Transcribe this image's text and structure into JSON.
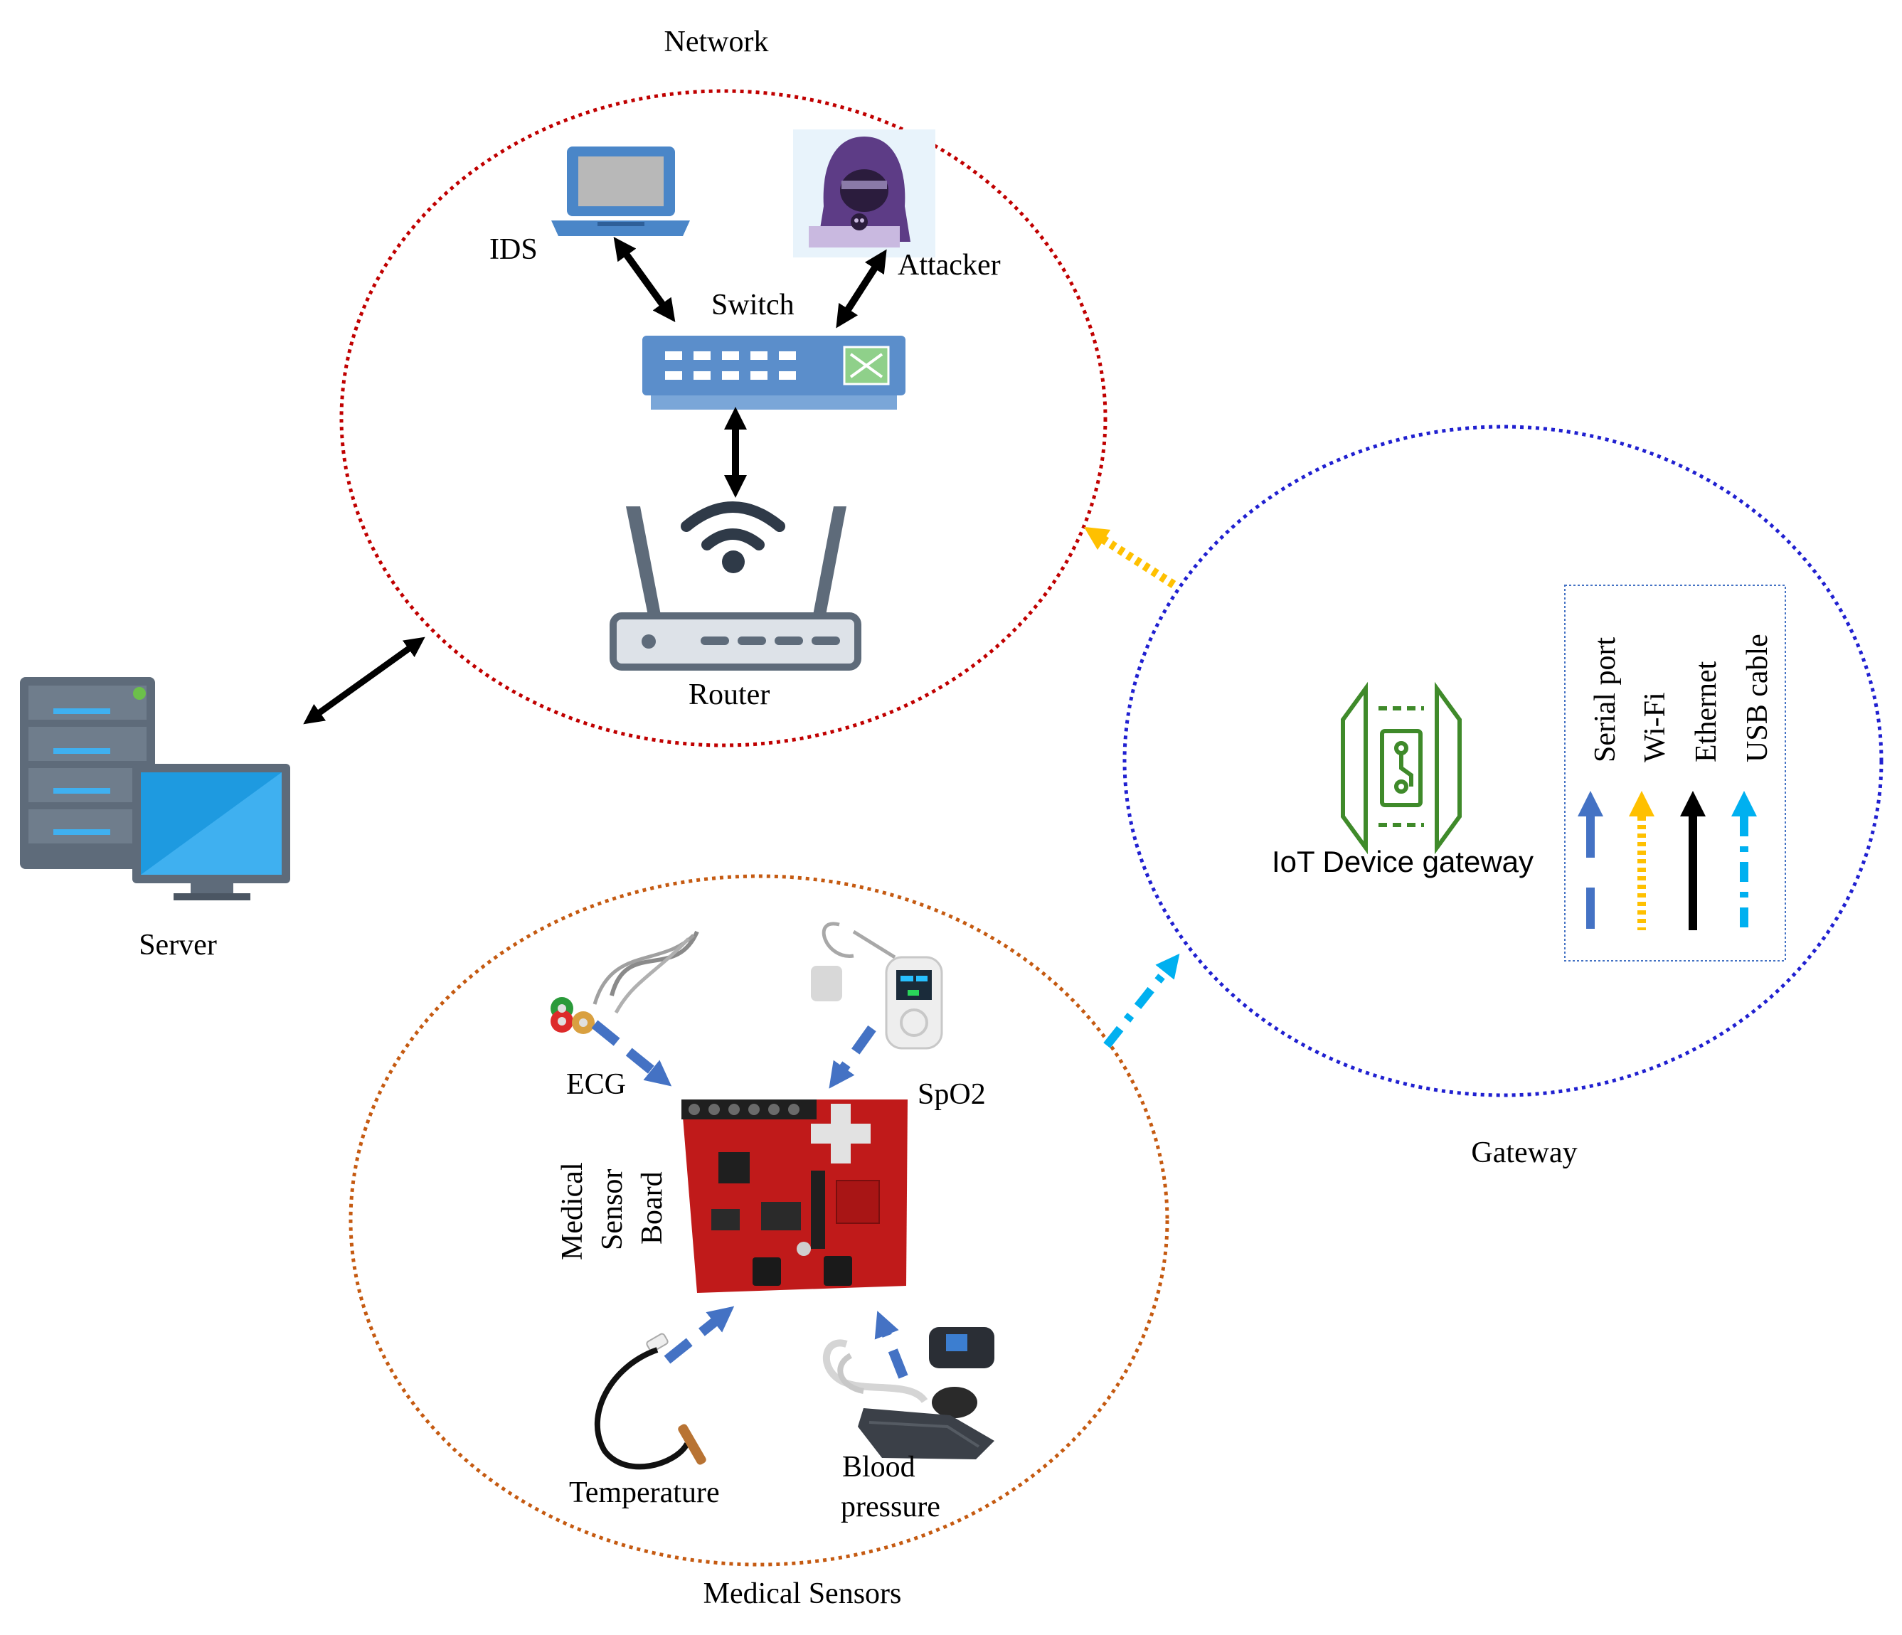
{
  "groups": {
    "network": "Network",
    "medical_sensors": "Medical Sensors",
    "gateway": "Gateway"
  },
  "nodes": {
    "ids": "IDS",
    "attacker": "Attacker",
    "switch": "Switch",
    "router": "Router",
    "server": "Server",
    "iot_gateway": "IoT Device gateway",
    "ecg": "ECG",
    "spo2": "SpO2",
    "board_line1": "Medical",
    "board_line2": "Sensor",
    "board_line3": "Board",
    "temperature": "Temperature",
    "bp_line1": "Blood",
    "bp_line2": "pressure"
  },
  "legend": [
    {
      "label": "Serial port",
      "style": "dashed",
      "color": "#4472c4"
    },
    {
      "label": "Wi-Fi",
      "style": "dotted",
      "color": "#ffc000"
    },
    {
      "label": "Ethernet",
      "style": "solid",
      "color": "#000000"
    },
    {
      "label": "USB cable",
      "style": "dash-dot",
      "color": "#00b0f0"
    }
  ],
  "colors": {
    "network_circle": "#c00000",
    "sensors_circle": "#c55a11",
    "gateway_circle": "#2020d0",
    "gateway_icon": "#3f8a2a",
    "switch": "#5b8ecb",
    "server": "#5e6b7a",
    "monitor": "#1e9ae0"
  }
}
